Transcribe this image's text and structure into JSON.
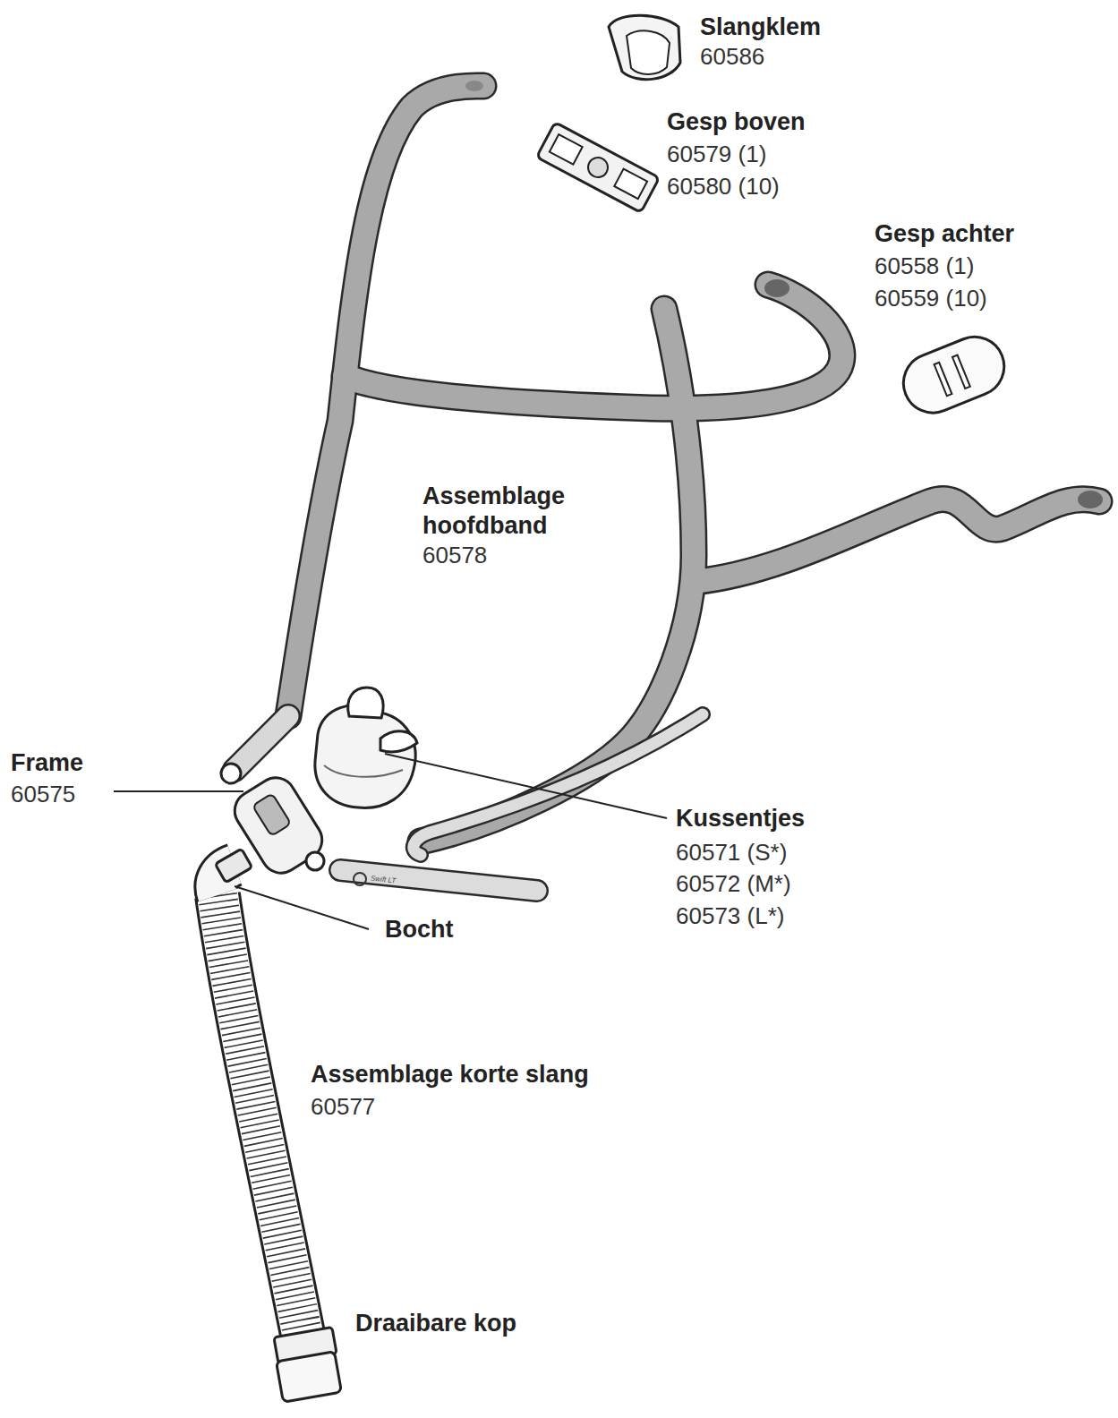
{
  "diagram": {
    "labels": [
      "Slangklem",
      "60586",
      "Gesp boven",
      "60579 (1)",
      "60580 (10)",
      "Gesp achter",
      "60558 (1)",
      "60559 (10)",
      "Assemblage hoofdband",
      "60578",
      "Frame",
      "60575",
      "Kussentjes",
      "60571 (S*)",
      "60572 (M*)",
      "60573 (L*)",
      "Bocht",
      "Swift LT",
      "Assemblage korte slang",
      "60577",
      "Draaibare kop"
    ]
  }
}
